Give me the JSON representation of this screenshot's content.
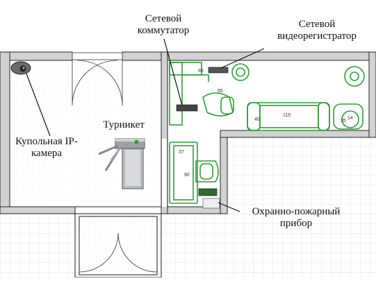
{
  "labels": {
    "switch": [
      "Сетевой",
      "коммутатор"
    ],
    "nvr": [
      "Сетевой",
      "видеорегистратор"
    ],
    "turnstile": "Турникет",
    "camera": [
      "Купольная IP-",
      "камера"
    ],
    "alarm": [
      "Охранно-пожарный",
      "прибор"
    ]
  },
  "dimensions": {
    "desk_top": "85",
    "desk_side": "65",
    "sofa_len": "115",
    "sofa_end": "40",
    "table": "35",
    "chair_small": "14",
    "desk_left_top": "37",
    "desk_left_side": "90"
  },
  "colors": {
    "furniture": "#2f9a3a",
    "wall": "#cfcfcf",
    "wall_edge": "#222222",
    "grid": "#d8dde3"
  }
}
